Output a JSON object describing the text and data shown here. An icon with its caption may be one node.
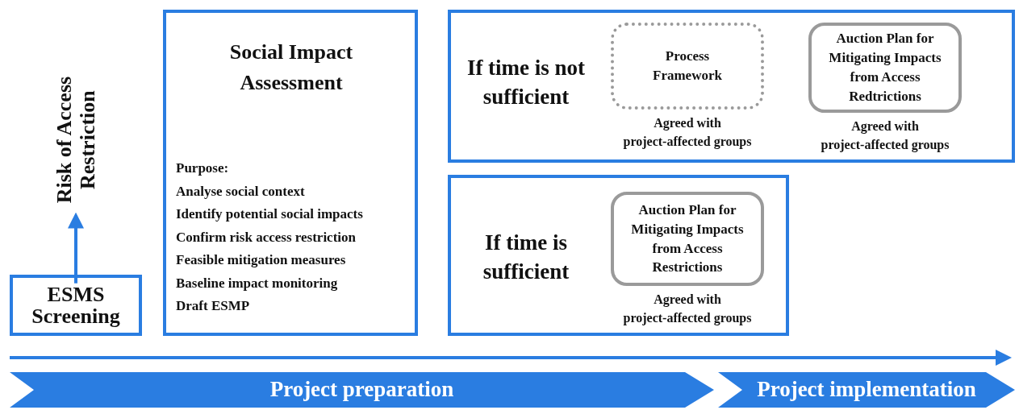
{
  "diagram": {
    "nodes": [
      {
        "text": [
          "ESMS Screening"
        ]
      },
      {
        "text": [
          "Risk of Access Restriction"
        ]
      },
      {
        "text": [
          "Social Impact Assessment",
          "Purpose:",
          "Analyse social context",
          "Identify potential social impacts",
          "Confirm risk access restriction",
          "Feasible mitigation measures",
          "Baseline impact monitoring",
          "Draft ESMP"
        ]
      },
      {
        "text": [
          "If time is not sufficient"
        ]
      },
      {
        "text": [
          "Process Framework"
        ],
        "in": 3,
        "beside": [
          "Agreed with project-affected groups"
        ]
      },
      {
        "text": [
          "Auction Plan for Mitigating Impacts from Access Redtrictions"
        ],
        "in": 3,
        "beside": [
          "Agreed with project-affected groups"
        ]
      },
      {
        "text": [
          "If time is sufficient"
        ]
      },
      {
        "text": [
          "Auction Plan for Mitigating Impacts from Access Restrictions"
        ],
        "in": 6,
        "beside": [
          "Agreed with project-affected groups"
        ]
      },
      {
        "text": [
          "Project preparation"
        ]
      },
      {
        "text": [
          "Project implementation"
        ]
      }
    ],
    "edges": [
      {
        "from": 0,
        "to": 1,
        "arrow": "to"
      }
    ]
  }
}
